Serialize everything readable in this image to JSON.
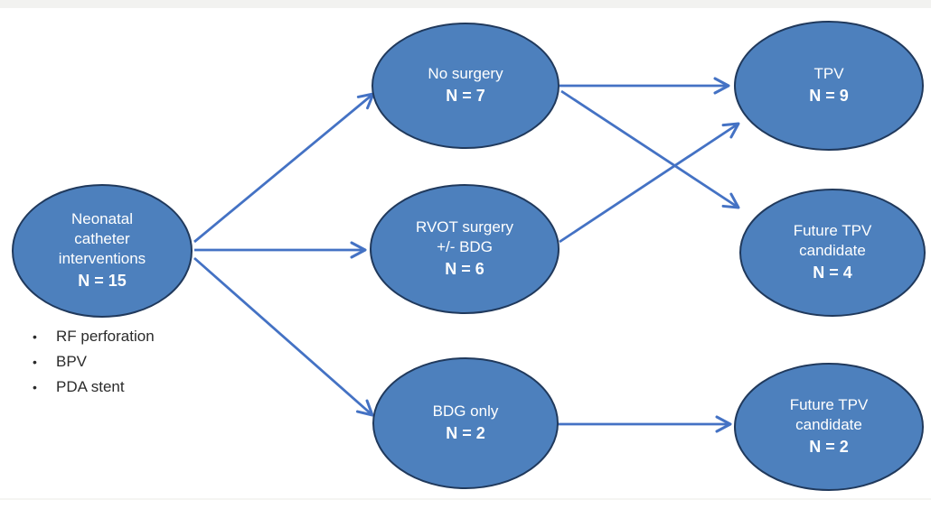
{
  "diagram": {
    "nodes": {
      "source": {
        "label": "Neonatal catheter interventions",
        "count": "N = 15"
      },
      "no_surgery": {
        "label": "No surgery",
        "count": "N = 7"
      },
      "rvot_surgery": {
        "label": "RVOT surgery +/- BDG",
        "count": "N = 6"
      },
      "bdg_only": {
        "label": "BDG only",
        "count": "N = 2"
      },
      "tpv": {
        "label": "TPV",
        "count": "N = 9"
      },
      "future_tpv_a": {
        "label": "Future TPV candidate",
        "count": "N = 4"
      },
      "future_tpv_b": {
        "label": "Future TPV candidate",
        "count": "N = 2"
      }
    },
    "source_bullets": [
      "RF perforation",
      "BPV",
      "PDA stent"
    ],
    "bullet_glyph": "•",
    "edges": [
      {
        "from": "source",
        "to": "no_surgery"
      },
      {
        "from": "source",
        "to": "rvot_surgery"
      },
      {
        "from": "source",
        "to": "bdg_only"
      },
      {
        "from": "no_surgery",
        "to": "tpv"
      },
      {
        "from": "no_surgery",
        "to": "future_tpv_a"
      },
      {
        "from": "rvot_surgery",
        "to": "tpv"
      },
      {
        "from": "bdg_only",
        "to": "future_tpv_b"
      }
    ],
    "colors": {
      "node_fill": "#4d80bd",
      "node_border": "#20395c",
      "arrow": "#4472c4",
      "node_text": "#ffffff",
      "bullet_text": "#2b2b2b"
    }
  }
}
